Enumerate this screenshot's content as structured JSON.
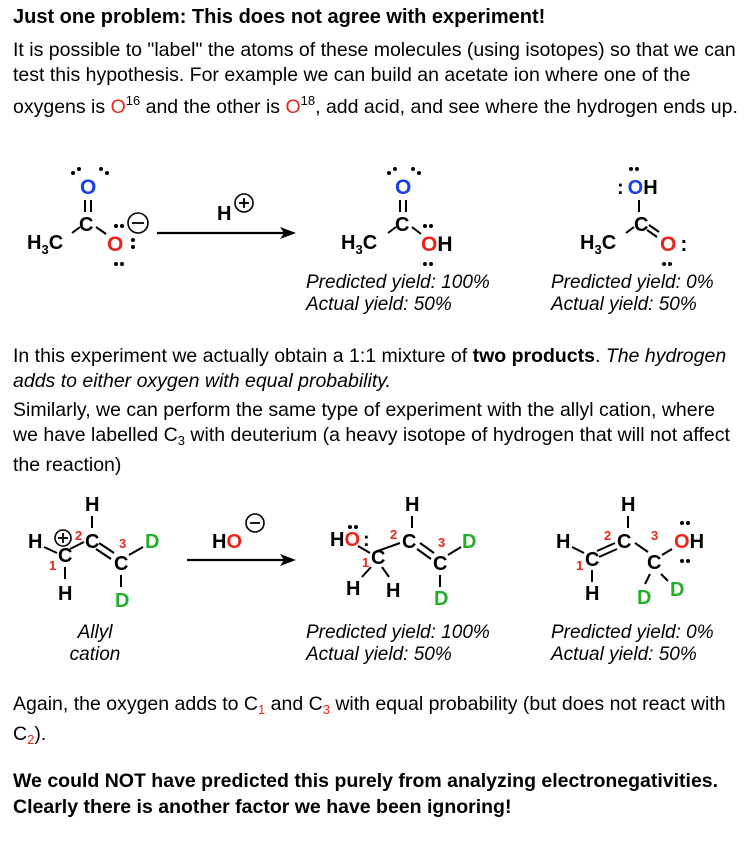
{
  "title": "Just one problem: This does not agree with experiment!",
  "para1": {
    "a": "It is possible to \"label\" the atoms of these molecules (using isotopes) so that we can test this hypothesis. For example we can build an acetate ion where one of the oxygens is ",
    "o16": "O",
    "sup16": "16",
    "b": " and the other is ",
    "o18": "O",
    "sup18": "18",
    "c": ", add acid, and see where the hydrogen ends up."
  },
  "reaction1": {
    "reagent_h": "H",
    "reagent_charge": "⊕",
    "product_a": {
      "predicted": "Predicted yield: 100%",
      "actual": "Actual yield: 50%"
    },
    "product_b": {
      "predicted": "Predicted yield: 0%",
      "actual": "Actual yield: 50%"
    }
  },
  "para2": {
    "a": "In this experiment we actually obtain a 1:1 mixture of ",
    "bold": "two products",
    "b": ". ",
    "italic": "The hydrogen adds to either oxygen with equal probability."
  },
  "para3": "Similarly, we can perform the same type of experiment with the allyl cation, where we have labelled C",
  "para3_sub": "3",
  "para3_tail": " with deuterium (a heavy isotope of hydrogen that will not affect the reaction)",
  "reaction2": {
    "reagent": "HO",
    "reagent_charge": "⊖",
    "caption_line1": "Allyl",
    "caption_line2": "cation",
    "product_a": {
      "predicted": "Predicted yield: 100%",
      "actual": "Actual yield: 50%"
    },
    "product_b": {
      "predicted": "Predicted yield: 0%",
      "actual": "Actual yield: 50%"
    }
  },
  "para4": {
    "a": "Again, the oxygen adds to C",
    "sub1": "1",
    "b": " and C",
    "sub3": "3",
    "c": " with equal probability (but does not react with C",
    "sub2": "2",
    "d": ")."
  },
  "para5": "We could NOT have predicted this purely from analyzing electronegativities. Clearly there is another factor we have been ignoring!",
  "atoms": {
    "H": "H",
    "C": "C",
    "O": "O",
    "D": "D",
    "H3C": "H",
    "three": "3",
    "n1": "1",
    "n2": "2",
    "n3": "3",
    "OH": "OH",
    "colon": ":"
  },
  "colors": {
    "red": "#e8261c",
    "blue": "#1a3ee6",
    "green": "#22b02a"
  }
}
